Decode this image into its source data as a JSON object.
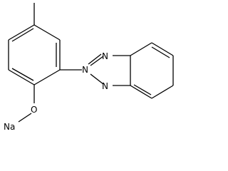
{
  "structure": {
    "atoms": {
      "n_left": "N",
      "n_center": "N",
      "n_bottom": "N",
      "oxygen": "O",
      "sodium": "Na"
    },
    "colors": {
      "bond": "#000000",
      "label": "#000000",
      "background": "#ffffff"
    }
  }
}
